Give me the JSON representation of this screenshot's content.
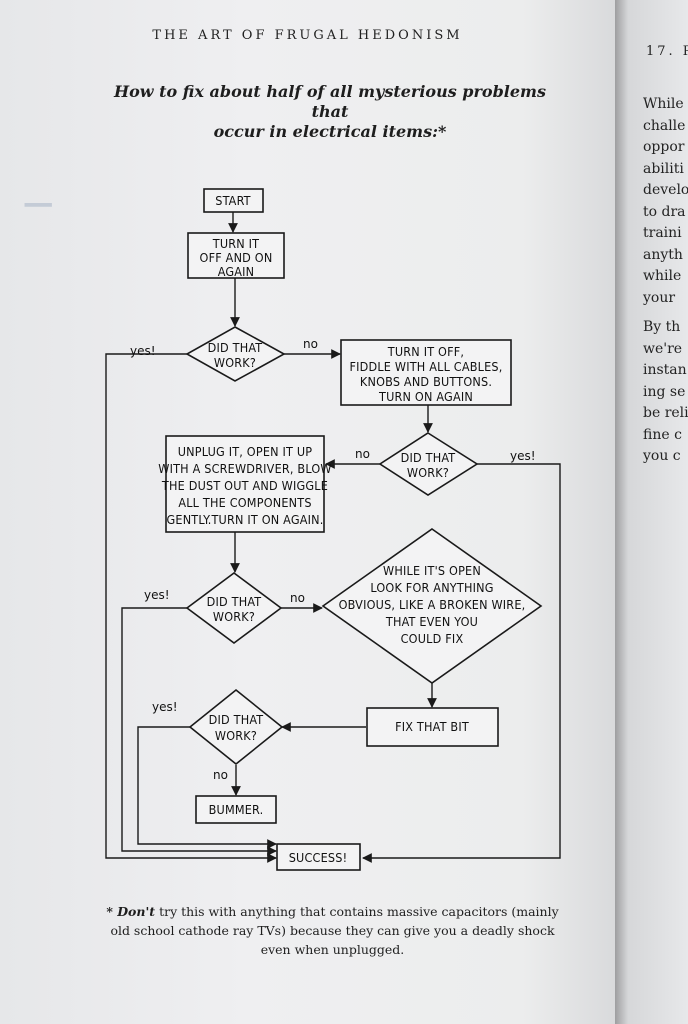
{
  "running_head": "THE ART OF FRUGAL HEDONISM",
  "title_line1": "How to fix about half of all mysterious problems that",
  "title_line2": "occur in electrical items:*",
  "nodes": {
    "start": [
      "START"
    ],
    "turn_off_on": [
      "TURN IT",
      "OFF AND ON",
      "AGAIN"
    ],
    "work1": [
      "DID THAT",
      "WORK?"
    ],
    "fiddle": [
      "TURN IT OFF,",
      "FIDDLE WITH ALL CABLES,",
      "KNOBS AND BUTTONS.",
      "TURN ON AGAIN"
    ],
    "work2": [
      "DID THAT",
      "WORK?"
    ],
    "unplug": [
      "UNPLUG IT, OPEN IT UP",
      "WITH A SCREWDRIVER, BLOW",
      "THE DUST OUT AND WIGGLE",
      "ALL THE COMPONENTS",
      "GENTLY.TURN IT ON AGAIN."
    ],
    "work3": [
      "DID THAT",
      "WORK?"
    ],
    "look": [
      "WHILE IT'S OPEN",
      "LOOK FOR ANYTHING",
      "OBVIOUS, LIKE A BROKEN WIRE,",
      "THAT EVEN YOU",
      "COULD FIX"
    ],
    "fix": [
      "FIX THAT BIT"
    ],
    "work4": [
      "DID THAT",
      "WORK?"
    ],
    "bummer": [
      "BUMMER."
    ],
    "success": [
      "SUCCESS!"
    ]
  },
  "edge_labels": {
    "yes1": "yes!",
    "no1": "no",
    "no2": "no",
    "yes2": "yes!",
    "yes3": "yes!",
    "no3": "no",
    "yes4": "yes!",
    "no4": "no"
  },
  "footnote_em": "* Don't",
  "footnote_rest": " try this with anything that contains massive capacitors (mainly old school cathode ray TVs) because they can give you a deadly shock even when unplugged.",
  "next_page_head": "17. R",
  "next_page_lines": [
    "While",
    "challe",
    "oppor",
    "abiliti",
    "develo",
    "to dra",
    "traini",
    "anyth",
    "while",
    "your",
    "By th",
    "we're",
    "instan",
    "ing se",
    "be reli",
    "fine c",
    "you c"
  ]
}
